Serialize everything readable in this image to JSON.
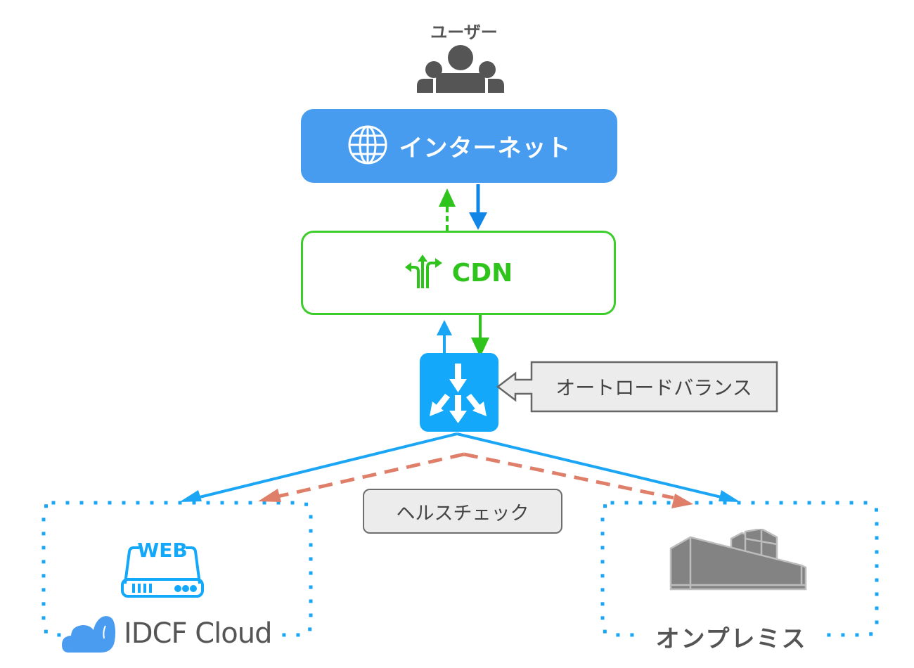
{
  "diagram": {
    "colors": {
      "internet_blue": "#479cf0",
      "cdn_green": "#3ccd2a",
      "lb_blue": "#13a8fa",
      "traffic_blue": "#1aa5f5",
      "healthcheck_orange": "#df7f6a",
      "label_gray": "#555555",
      "callout_fill": "#ececec"
    },
    "nodes": {
      "users": {
        "label": "ユーザー",
        "icon": "users-icon"
      },
      "internet": {
        "label": "インターネット",
        "icon": "globe-icon"
      },
      "cdn": {
        "label": "CDN",
        "icon": "split-arrows-icon"
      },
      "load_balancer": {
        "icon": "load-balancer-icon"
      },
      "idcf_cloud": {
        "label": "IDCF Cloud",
        "icon": "cloud-logo-icon",
        "server_icon_text": "WEB"
      },
      "on_premises": {
        "label": "オンプレミス",
        "icon": "building-icon"
      }
    },
    "callouts": {
      "auto_load_balance": "オートロードバランス",
      "health_check": "ヘルスチェック"
    },
    "edges": [
      {
        "from": "internet",
        "to": "cdn",
        "style": "solid",
        "color": "blue"
      },
      {
        "from": "cdn",
        "to": "internet",
        "style": "dashed",
        "color": "green"
      },
      {
        "from": "cdn",
        "to": "load_balancer",
        "style": "solid",
        "color": "green"
      },
      {
        "from": "load_balancer",
        "to": "cdn",
        "style": "solid",
        "color": "blue"
      },
      {
        "from": "load_balancer",
        "to": "idcf_cloud",
        "style": "solid",
        "color": "blue"
      },
      {
        "from": "load_balancer",
        "to": "on_premises",
        "style": "solid",
        "color": "blue"
      },
      {
        "from": "load_balancer",
        "to": "idcf_cloud",
        "style": "dashed",
        "color": "orange",
        "label": "health_check"
      },
      {
        "from": "load_balancer",
        "to": "on_premises",
        "style": "dashed",
        "color": "orange",
        "label": "health_check"
      }
    ]
  }
}
